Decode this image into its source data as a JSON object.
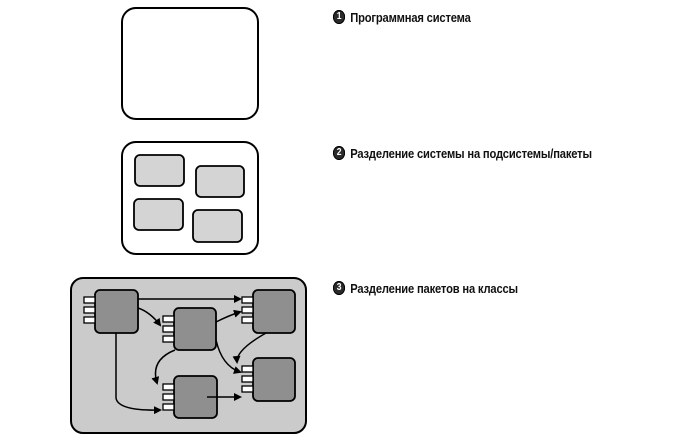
{
  "steps": [
    {
      "number": "1",
      "label": "Программная система"
    },
    {
      "number": "2",
      "label": "Разделение системы на подсистемы/пакеты"
    },
    {
      "number": "3",
      "label": "Разделение пакетов на классы"
    }
  ],
  "colors": {
    "outline": "#000000",
    "package_fill": "#d4d4d4",
    "system3_fill": "#cbcbcb",
    "class_fill": "#8f8f8f",
    "port_fill": "#ffffff"
  }
}
